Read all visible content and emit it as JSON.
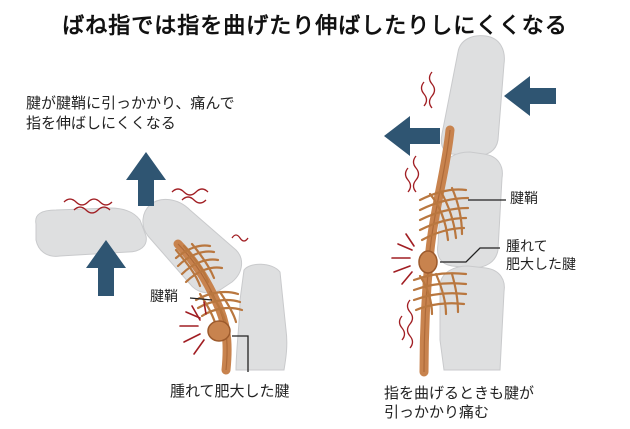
{
  "title": "ばね指では指を曲げたり伸ばしたりしにくくなる",
  "left_panel": {
    "note_line1": "腱が腱鞘に引っかかり、痛んで",
    "note_line2": "指を伸ばしにくくなる",
    "sheath_label": "腱鞘",
    "swollen_label": "腫れて肥大した腱"
  },
  "right_panel": {
    "sheath_label": "腱鞘",
    "swollen_line1": "腫れて",
    "swollen_line2": "肥大した腱",
    "bottom_line1": "指を曲げるときも腱が",
    "bottom_line2": "引っかかり痛む"
  },
  "colors": {
    "bone": "#dedfe0",
    "tendon": "#c8834e",
    "tendon_dark": "#9c5a2c",
    "arrow": "#2f5572",
    "pain": "#a11e23"
  }
}
